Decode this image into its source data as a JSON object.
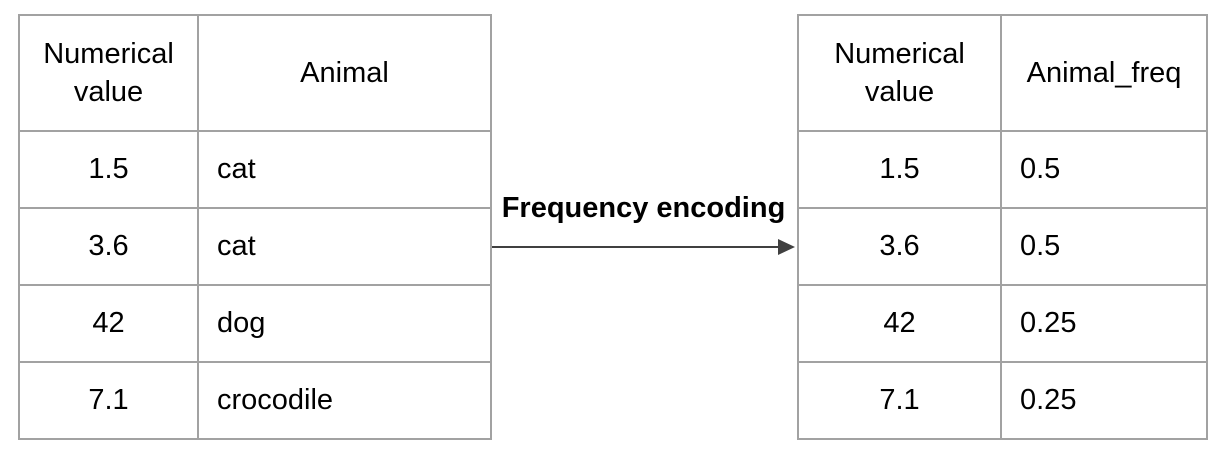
{
  "transform_label": "Frequency encoding",
  "colors": {
    "table_border": "#a2a2a2",
    "arrow": "#404040",
    "text": "#000000",
    "background": "#ffffff"
  },
  "left_table": {
    "columns": [
      "Numerical value",
      "Animal"
    ],
    "rows": [
      [
        "1.5",
        "cat"
      ],
      [
        "3.6",
        "cat"
      ],
      [
        "42",
        "dog"
      ],
      [
        "7.1",
        "crocodile"
      ]
    ]
  },
  "right_table": {
    "columns": [
      "Numerical value",
      "Animal_freq"
    ],
    "rows": [
      [
        "1.5",
        "0.5"
      ],
      [
        "3.6",
        "0.5"
      ],
      [
        "42",
        "0.25"
      ],
      [
        "7.1",
        "0.25"
      ]
    ]
  }
}
